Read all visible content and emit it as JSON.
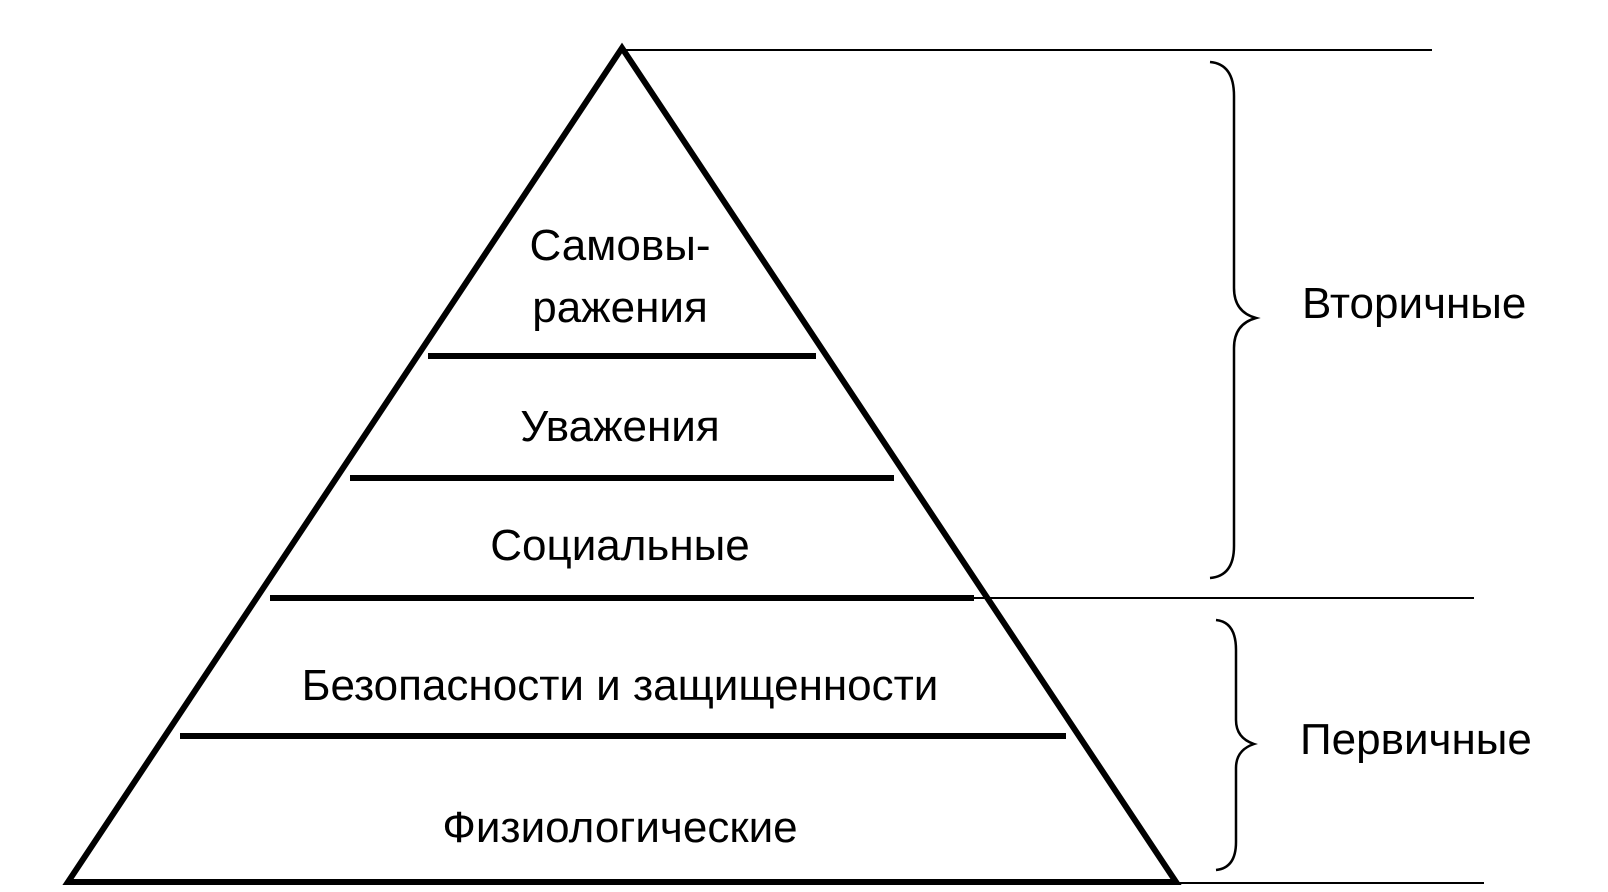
{
  "levels": [
    {
      "lines": [
        "Самовы-",
        "ражения"
      ]
    },
    {
      "lines": [
        "Уважения"
      ]
    },
    {
      "lines": [
        "Социальные"
      ]
    },
    {
      "lines": [
        "Безопасности и защищенности"
      ]
    },
    {
      "lines": [
        "Физиологические"
      ]
    }
  ],
  "groups": {
    "secondary": {
      "label": "Вторичные"
    },
    "primary": {
      "label": "Первичные"
    }
  },
  "colors": {
    "line": "#000000",
    "background": "#ffffff"
  }
}
